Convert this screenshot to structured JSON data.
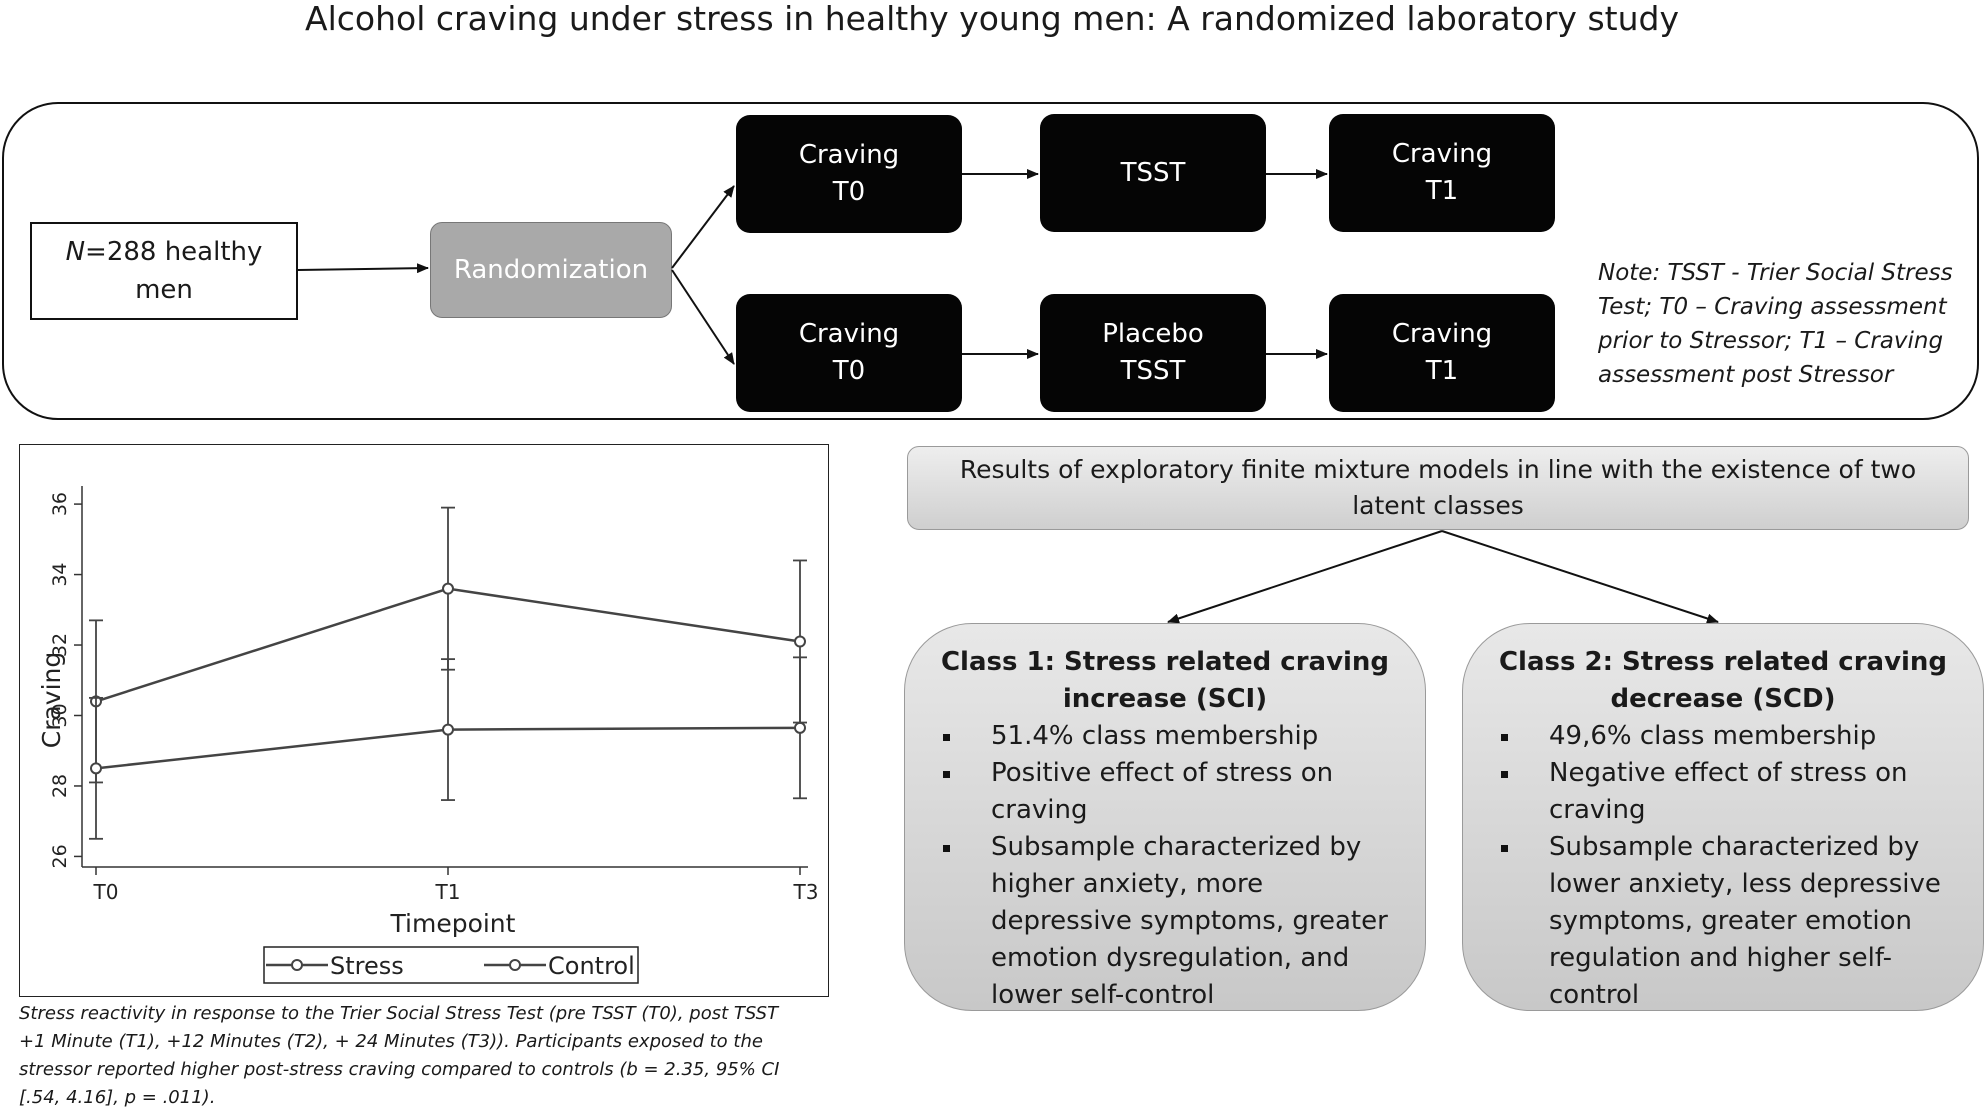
{
  "title": "Alcohol craving under stress in healthy young men: A randomized laboratory study",
  "flow": {
    "n_box": {
      "italic": "N",
      "text": "=288 healthy\nmen"
    },
    "randomization": "Randomization",
    "stress_arm": {
      "step1": "Craving\nT0",
      "step2": "TSST",
      "step3": "Craving\nT1"
    },
    "control_arm": {
      "step1": "Craving\nT0",
      "step2": "Placebo\nTSST",
      "step3": "Craving\nT1"
    },
    "note": "Note: TSST - Trier Social Stress\nTest; T0 – Craving assessment\nprior to Stressor; T1 – Craving\nassessment post Stressor"
  },
  "chart_data": {
    "type": "line",
    "x": [
      "T0",
      "T1",
      "T3"
    ],
    "xlabel": "Timepoint",
    "ylabel": "Craving",
    "ylim": [
      25.7,
      36.4
    ],
    "yticks": [
      26,
      28,
      30,
      32,
      34,
      36
    ],
    "grid": false,
    "legend_position": "bottom",
    "series": [
      {
        "name": "Stress",
        "values": [
          30.4,
          33.6,
          32.1
        ],
        "ci_low": [
          28.1,
          31.3,
          29.8
        ],
        "ci_high": [
          32.7,
          35.9,
          34.4
        ]
      },
      {
        "name": "Control",
        "values": [
          28.5,
          29.6,
          29.65
        ],
        "ci_low": [
          26.5,
          27.6,
          27.65
        ],
        "ci_high": [
          30.5,
          31.6,
          31.65
        ]
      }
    ]
  },
  "caption": "Stress reactivity in response to the Trier Social Stress Test (pre TSST (T0), post TSST\n+1 Minute (T1), +12 Minutes (T2), + 24 Minutes (T3)). Participants exposed to the\nstressor reported higher post-stress craving compared to controls (b = 2.35, 95% CI\n[.54, 4.16], p = .011).",
  "results": {
    "header": "Results of exploratory finite mixture models in line with the existence of two latent classes",
    "class1": {
      "title": "Class 1: Stress related craving\nincrease (SCI)",
      "items": [
        "51.4% class membership",
        "Positive effect of stress on\ncraving",
        "Subsample characterized by\nhigher anxiety, more\ndepressive symptoms, greater\nemotion dysregulation, and\nlower self-control"
      ]
    },
    "class2": {
      "title": "Class 2: Stress related craving\ndecrease (SCD)",
      "items": [
        "49,6% class membership",
        "Negative effect of stress on\ncraving",
        "Subsample characterized by\nlower anxiety, less depressive\nsymptoms, greater emotion\nregulation and higher self-\ncontrol"
      ]
    }
  }
}
